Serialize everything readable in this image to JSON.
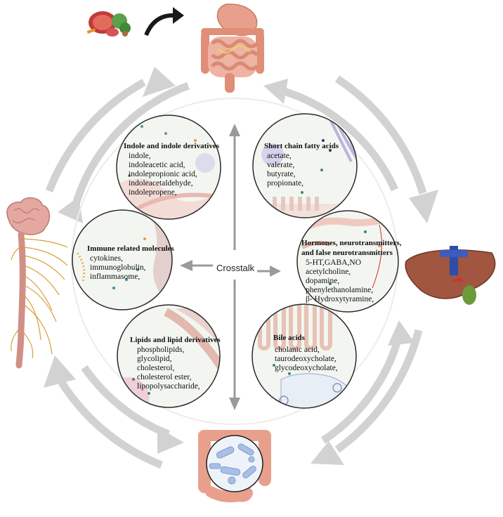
{
  "center_label": "Crosstalk",
  "colors": {
    "cycle_arrow": "#d2d2d2",
    "bubble_border": "#2b2b2b",
    "bubble_fill": "#f3f6f0",
    "organ_pink": "#e8a08c",
    "liver": "#a0563f",
    "nerve": "#d6a038",
    "crosstalk_arrow": "#9a9a9a"
  },
  "icons": [
    "food-icon",
    "stomach-intestine-icon",
    "brain-spinal-cord-icon",
    "liver-icon",
    "colon-microbiota-icon"
  ],
  "bubbles": [
    {
      "id": "indole",
      "title": "Indole and indole derivatives",
      "items": [
        "indole,",
        "indoleacetic acid,",
        "indolepropionic acid,",
        "indoleacetaldehyde,",
        "indolepropene,"
      ]
    },
    {
      "id": "scfa",
      "title": "Short chain fatty acids",
      "items": [
        "acetate,",
        "valerate,",
        "butyrate,",
        "propionate,"
      ]
    },
    {
      "id": "immune",
      "title": "Immune related molecules",
      "items": [
        "cytokines,",
        "immunoglobulin,",
        "inflammasome,"
      ]
    },
    {
      "id": "hormones",
      "title": "Hormones, neurotransmitters, and false neurotransmitters",
      "title_lines": [
        "Hormones, neurotransmitters,",
        "and false neurotransmitters"
      ],
      "items": [
        "5-HT,GABA,NO",
        "acetylcholine,",
        "dopamine,",
        "phenylethanolamine,",
        "β- Hydroxytyramine,"
      ]
    },
    {
      "id": "lipids",
      "title": "Lipids and lipid derivatives",
      "items": [
        "phospholipids,",
        "glycolipid,",
        "cholesterol,",
        "cholesterol ester,",
        "lipopolysaccharide,"
      ]
    },
    {
      "id": "bile",
      "title": "Bile acids",
      "items": [
        "cholanic acid,",
        "taurodeoxycholate,",
        "glycodeoxycholate,"
      ]
    }
  ]
}
